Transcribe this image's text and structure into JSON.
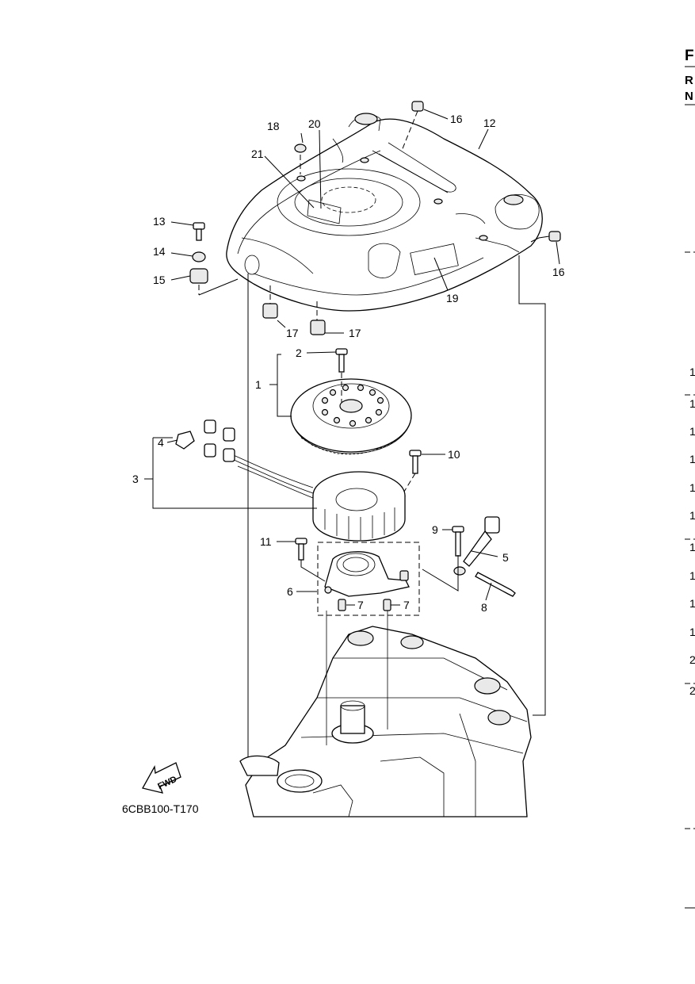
{
  "diagram": {
    "drawing_code": "6CBB100-T170",
    "fwd_label": "FWD",
    "callouts": [
      {
        "id": "1",
        "label": "1"
      },
      {
        "id": "2",
        "label": "2"
      },
      {
        "id": "3",
        "label": "3"
      },
      {
        "id": "4",
        "label": "4"
      },
      {
        "id": "5",
        "label": "5"
      },
      {
        "id": "6",
        "label": "6"
      },
      {
        "id": "7a",
        "label": "7"
      },
      {
        "id": "7b",
        "label": "7"
      },
      {
        "id": "8",
        "label": "8"
      },
      {
        "id": "9",
        "label": "9"
      },
      {
        "id": "10",
        "label": "10"
      },
      {
        "id": "11",
        "label": "11"
      },
      {
        "id": "12",
        "label": "12"
      },
      {
        "id": "13",
        "label": "13"
      },
      {
        "id": "14",
        "label": "14"
      },
      {
        "id": "15",
        "label": "15"
      },
      {
        "id": "16a",
        "label": "16"
      },
      {
        "id": "16b",
        "label": "16"
      },
      {
        "id": "17a",
        "label": "17"
      },
      {
        "id": "17b",
        "label": "17"
      },
      {
        "id": "18",
        "label": "18"
      },
      {
        "id": "20",
        "label": "20"
      },
      {
        "id": "21",
        "label": "21"
      },
      {
        "id": "19",
        "label": "19"
      }
    ]
  },
  "edge": {
    "header_letters": [
      "F",
      "R",
      "N"
    ],
    "row_numbers": [
      "1",
      "1",
      "1",
      "1",
      "1",
      "1",
      "1",
      "1",
      "1",
      "1",
      "2",
      "2"
    ]
  }
}
